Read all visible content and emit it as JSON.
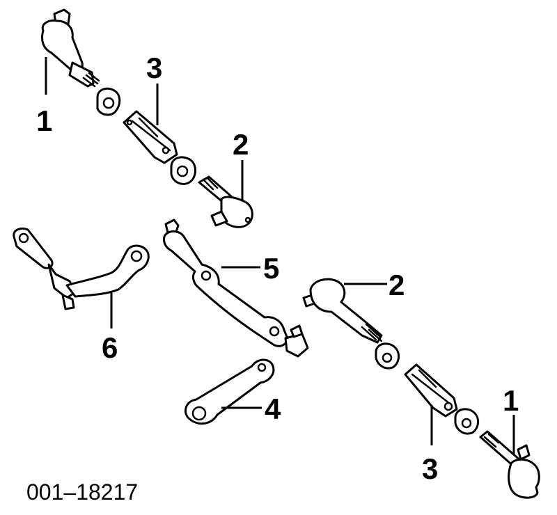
{
  "callouts": [
    {
      "id": "c1a",
      "number": "1"
    },
    {
      "id": "c3a",
      "number": "3"
    },
    {
      "id": "c2a",
      "number": "2"
    },
    {
      "id": "c5",
      "number": "5"
    },
    {
      "id": "c2b",
      "number": "2"
    },
    {
      "id": "c6",
      "number": "6"
    },
    {
      "id": "c4",
      "number": "4"
    },
    {
      "id": "c1b",
      "number": "1"
    },
    {
      "id": "c3b",
      "number": "3"
    }
  ],
  "diagram_id": "001–18217"
}
